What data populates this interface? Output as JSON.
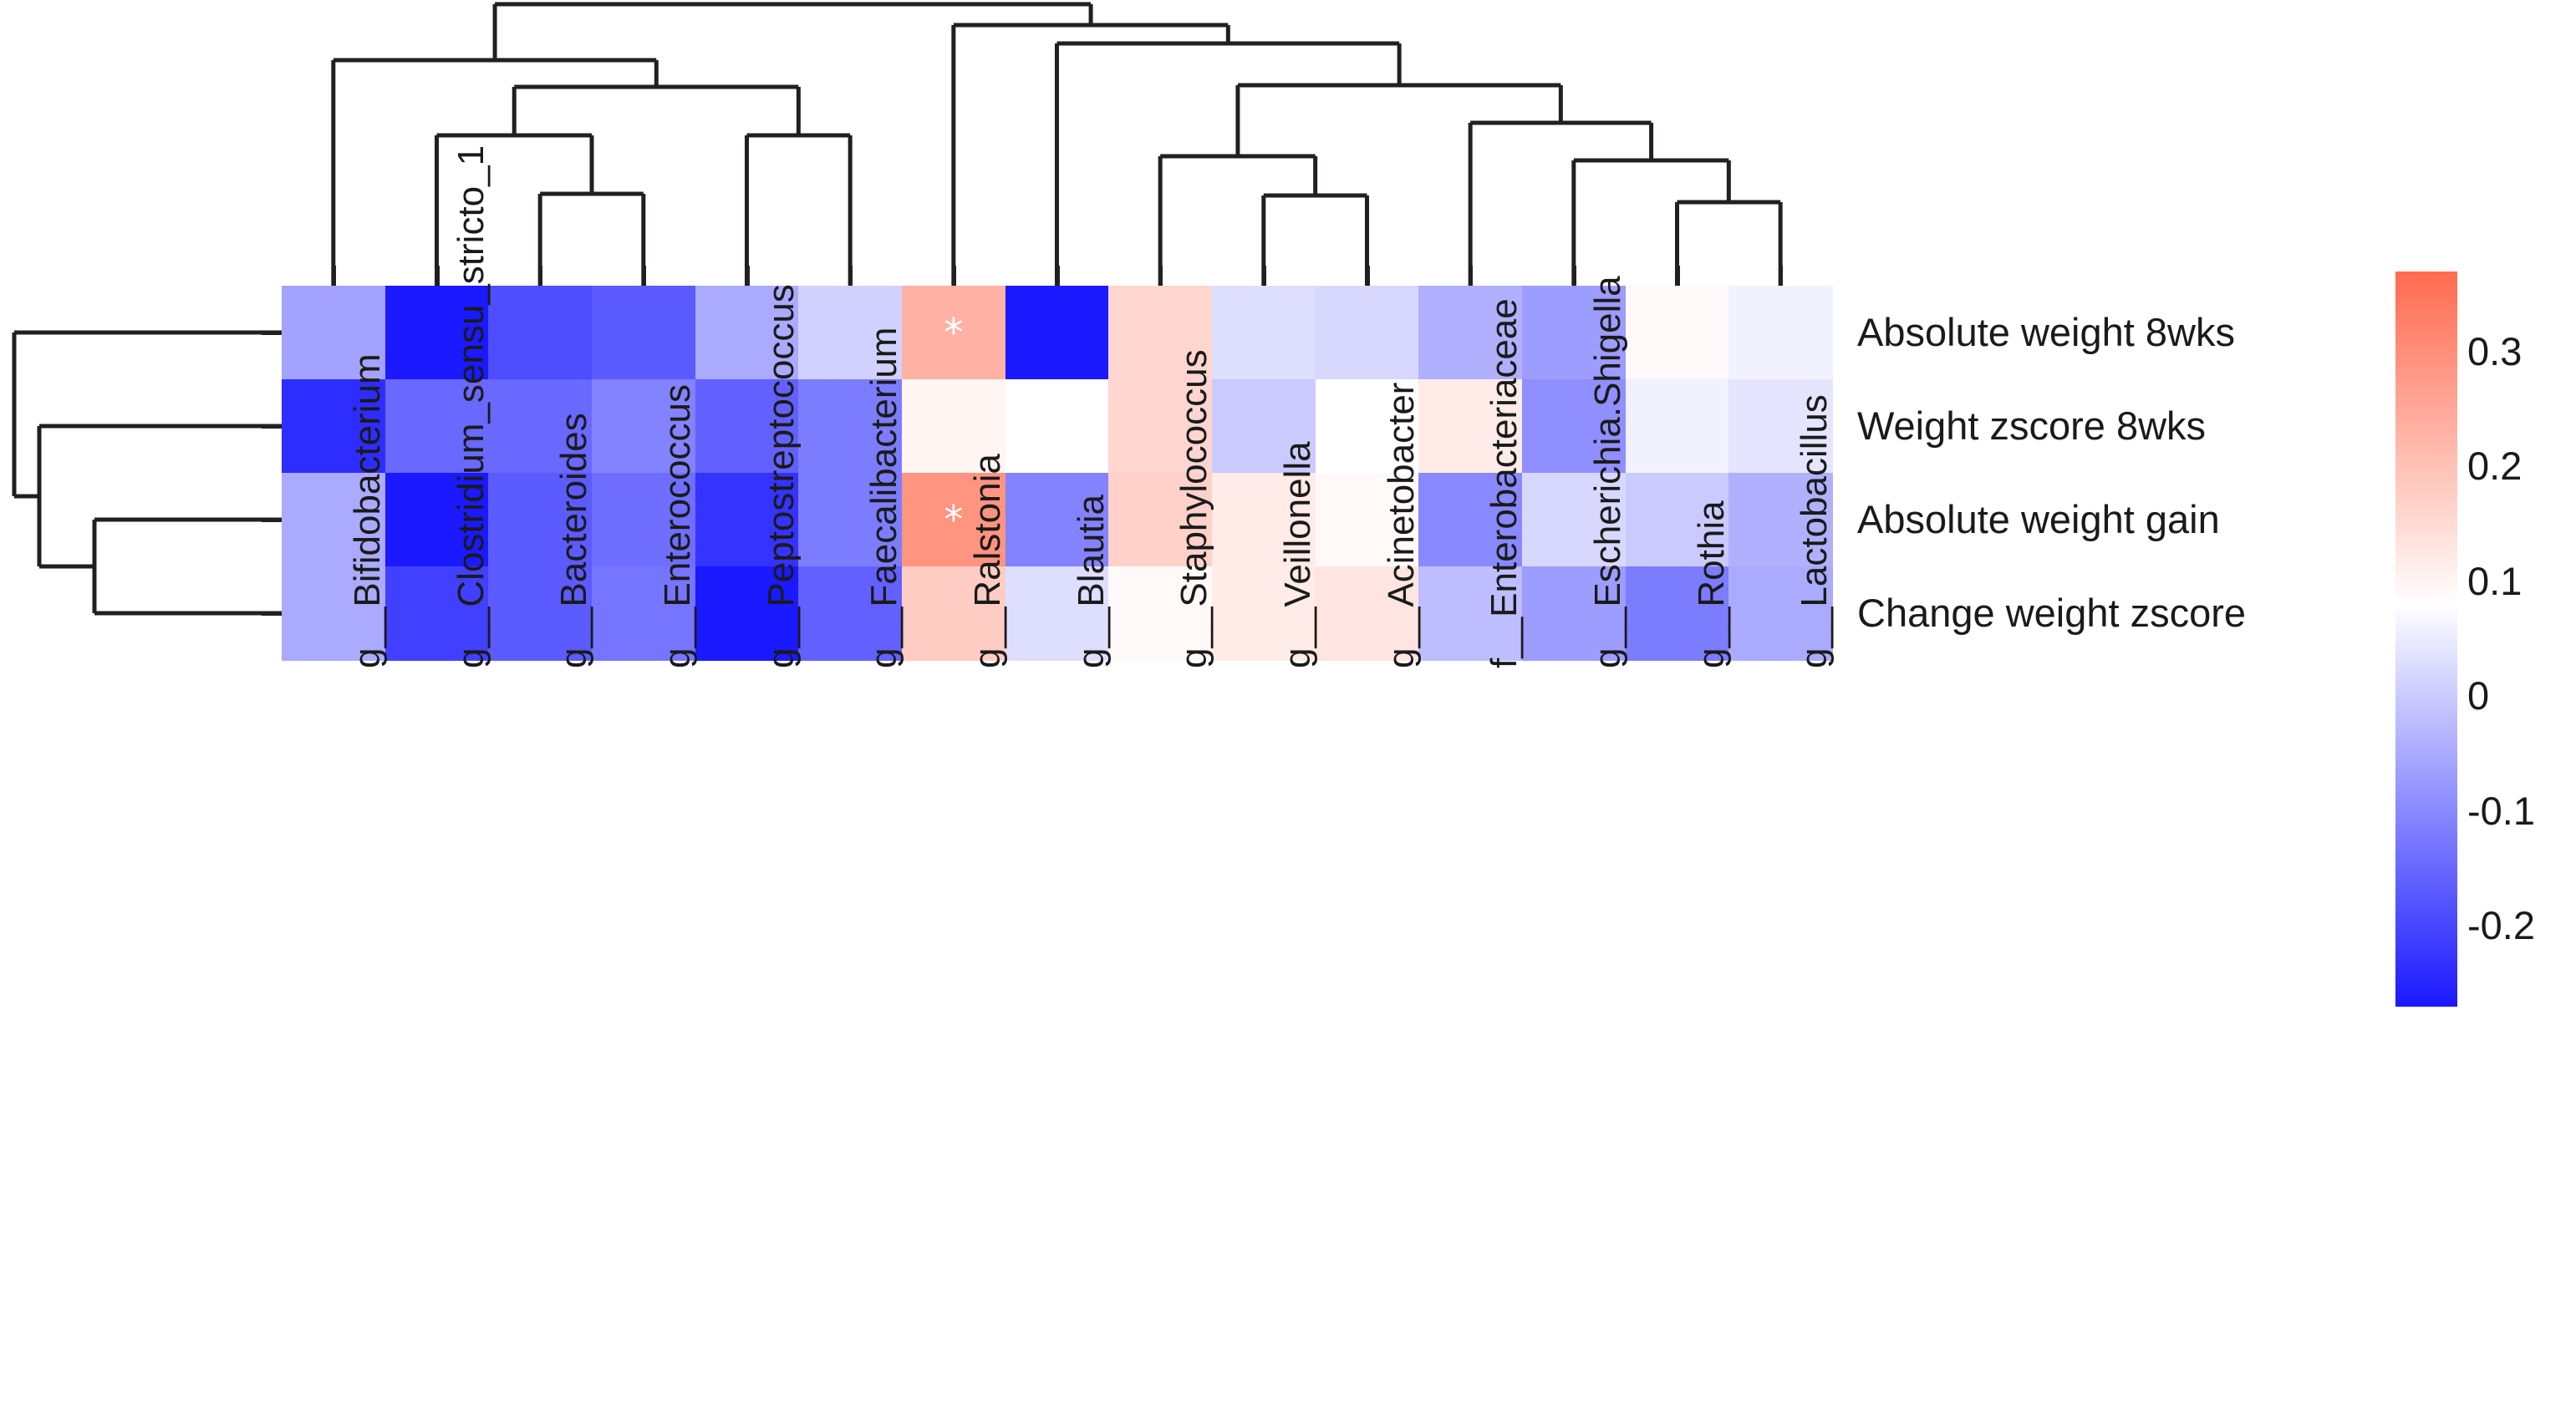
{
  "chart_data": {
    "type": "heatmap",
    "title": "",
    "xlabel": "",
    "ylabel": "",
    "colormap": "blue-white-red (coolwarm / bwr)",
    "colorbar": {
      "ticks": [
        "0.3",
        "0.2",
        "0.1",
        "0",
        "-0.1",
        "-0.2"
      ],
      "vmin": -0.27,
      "vmax": 0.37,
      "position": "right"
    },
    "categories": [
      "g__Bifidobacterium",
      "g__Clostridium_sensu_stricto_1",
      "g__Bacteroides",
      "g__Enterococcus",
      "g__Peptostreptococcus",
      "g__Faecalibacterium",
      "g__Ralstonia",
      "g__Blautia",
      "g__Staphylococcus",
      "g__Veillonella",
      "g__Acinetobacter",
      "f__Enterobacteriaceae",
      "g__Escherichia.Shigella",
      "g__Rothia",
      "g__Lactobacillus"
    ],
    "rows": [
      "Absolute weight 8wks",
      "Weight zscore 8wks",
      "Absolute weight gain",
      "Change weight zscore"
    ],
    "values": [
      [
        -0.06,
        -0.27,
        -0.19,
        -0.17,
        -0.05,
        0.01,
        0.23,
        -0.27,
        0.16,
        0.03,
        0.02,
        -0.04,
        -0.07,
        0.09,
        0.06
      ],
      [
        -0.24,
        -0.15,
        -0.15,
        -0.11,
        -0.16,
        -0.12,
        0.1,
        0.08,
        0.16,
        0.0,
        0.08,
        0.12,
        -0.09,
        0.06,
        0.04
      ],
      [
        -0.05,
        -0.27,
        -0.17,
        -0.14,
        -0.23,
        -0.12,
        0.29,
        -0.11,
        0.17,
        0.12,
        0.09,
        -0.1,
        0.02,
        0.0,
        -0.04
      ],
      [
        -0.05,
        -0.21,
        -0.17,
        -0.13,
        -0.27,
        -0.16,
        0.18,
        0.03,
        0.09,
        0.12,
        0.13,
        -0.02,
        -0.07,
        -0.12,
        -0.05
      ]
    ],
    "significance_markers": [
      {
        "row": "Absolute weight 8wks",
        "column": "g__Ralstonia",
        "symbol": "*"
      },
      {
        "row": "Absolute weight gain",
        "column": "g__Ralstonia",
        "symbol": "*"
      }
    ],
    "dendrograms": {
      "columns": {
        "orientation": "top",
        "leaf_order": [
          "g__Bifidobacterium",
          "g__Clostridium_sensu_stricto_1",
          "g__Bacteroides",
          "g__Enterococcus",
          "g__Peptostreptococcus",
          "g__Faecalibacterium",
          "g__Ralstonia",
          "g__Blautia",
          "g__Staphylococcus",
          "g__Veillonella",
          "g__Acinetobacter",
          "f__Enterobacteriaceae",
          "g__Escherichia.Shigella",
          "g__Rothia",
          "g__Lactobacillus"
        ]
      },
      "rows": {
        "orientation": "left",
        "leaf_order": [
          "Absolute weight 8wks",
          "Weight zscore 8wks",
          "Absolute weight gain",
          "Change weight zscore"
        ]
      }
    }
  },
  "colors": {
    "positive_max": "#ff6b50",
    "negative_max": "#1a19ff",
    "neutral": "#ffffff",
    "dendrogram_line": "#231f20",
    "text": "#1a1a1a"
  },
  "row_labels": [
    "Absolute weight 8wks",
    "Weight zscore 8wks",
    "Absolute weight gain",
    "Change weight zscore"
  ],
  "column_labels": [
    "g__Bifidobacterium",
    "g__Clostridium_sensu_stricto_1",
    "g__Bacteroides",
    "g__Enterococcus",
    "g__Peptostreptococcus",
    "g__Faecalibacterium",
    "g__Ralstonia",
    "g__Blautia",
    "g__Staphylococcus",
    "g__Veillonella",
    "g__Acinetobacter",
    "f__Enterobacteriaceae",
    "g__Escherichia.Shigella",
    "g__Rothia",
    "g__Lactobacillus"
  ],
  "colorbar_ticks": [
    "0.3",
    "0.2",
    "0.1",
    "0",
    "-0.1",
    "-0.2"
  ]
}
